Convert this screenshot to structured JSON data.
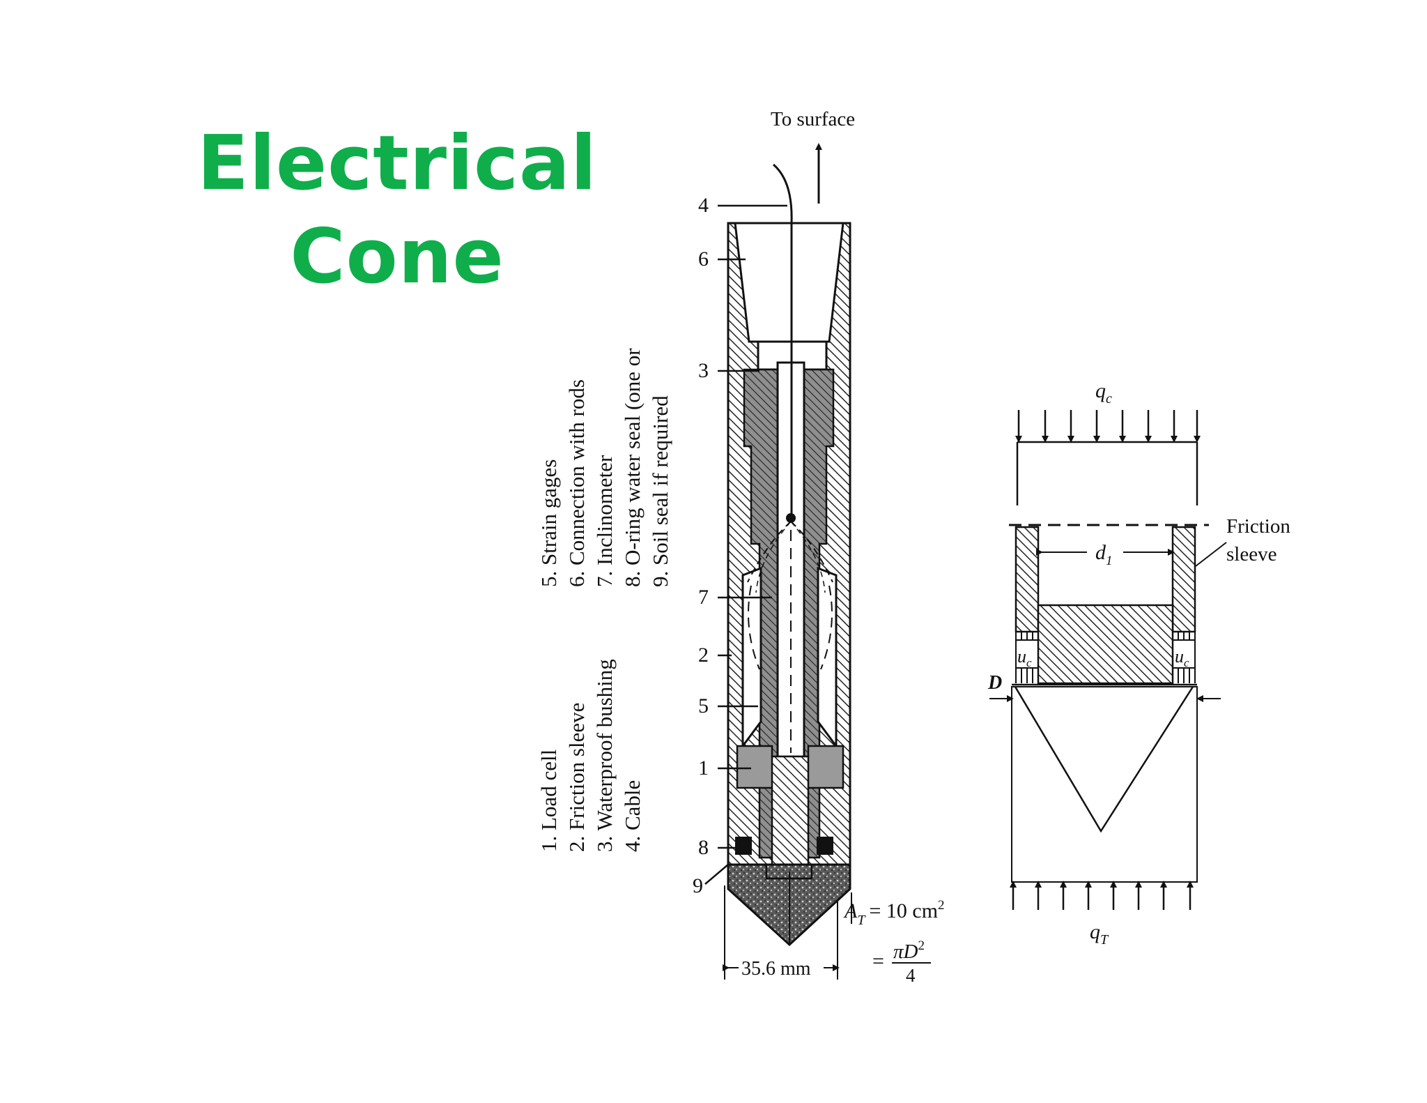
{
  "slide": {
    "title_line1": "Electrical",
    "title_line2": "Cone"
  },
  "cone_figure": {
    "to_surface": "To surface",
    "part_numbers": [
      "4",
      "6",
      "3",
      "7",
      "2",
      "5",
      "1",
      "8",
      "9"
    ],
    "legend": [
      "1.  Load cell",
      "2.  Friction sleeve",
      "3.  Waterproof bushing",
      "4.  Cable",
      "5.  Strain gages",
      "6.  Connection with rods",
      "7.  Inclinometer",
      "8.  O-ring water seal (one or",
      "9.  Soil seal if required"
    ],
    "diameter_label": "35.6 mm",
    "area": {
      "lhs": "A",
      "sub": "T",
      "rhs": "= 10 cm",
      "sup": "2",
      "eq": "=",
      "num": "πD",
      "num_sup": "2",
      "den": "4"
    }
  },
  "force_figure": {
    "qc": {
      "main": "q",
      "sub": "c"
    },
    "qt": {
      "main": "q",
      "sub": "T"
    },
    "d1": {
      "main": "d",
      "sub": "1"
    },
    "uc": {
      "main": "u",
      "sub": "c"
    },
    "D": "D",
    "friction_sleeve": [
      "Friction",
      "sleeve"
    ]
  },
  "colors": {
    "title": "#0fae4b",
    "line": "#111111",
    "fill_gray": "#8a8a8a",
    "fill_dark": "#3d3d3d"
  }
}
